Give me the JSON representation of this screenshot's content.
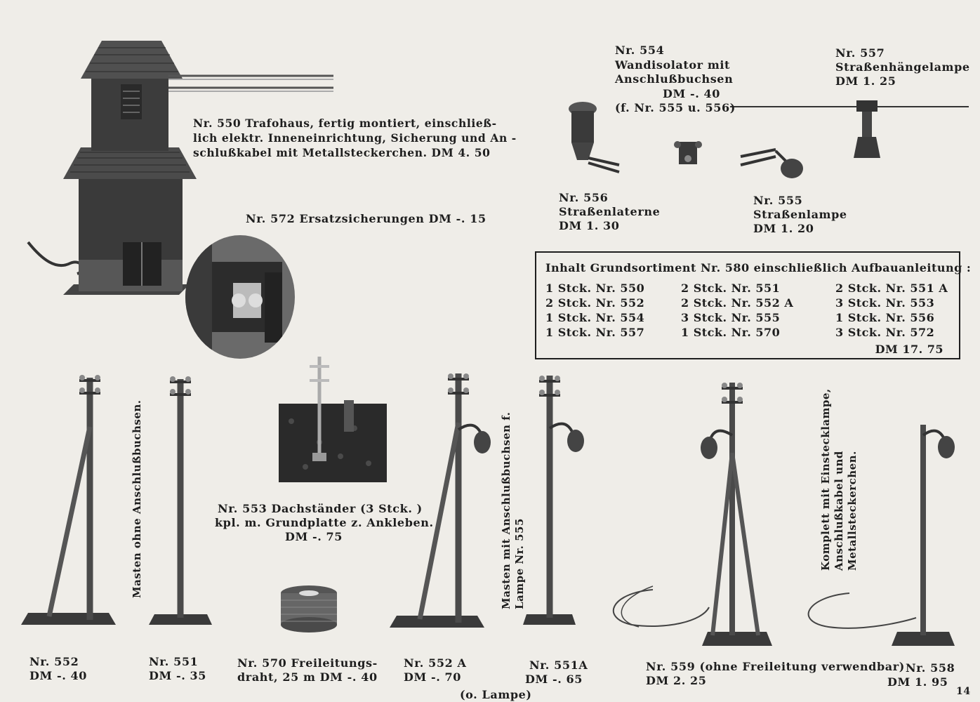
{
  "page_number": "14",
  "items": {
    "p550": {
      "lines": [
        "Nr. 550 Trafohaus, fertig montiert, einschließ-",
        "lich elektr. Inneneinrichtung, Sicherung und An -",
        "schlußkabel mit Metallsteckerchen.    DM  4. 50"
      ]
    },
    "p572": {
      "text": "Nr. 572 Ersatzsicherungen DM -. 15"
    },
    "p554": {
      "lines": [
        "Nr. 554",
        "Wandisolator mit",
        "Anschlußbuchsen",
        "DM  -. 40",
        "(f.  Nr.  555 u. 556)"
      ]
    },
    "p557": {
      "lines": [
        "Nr. 557",
        "Straßenhängelampe",
        "DM  1. 25"
      ]
    },
    "p556": {
      "lines": [
        "Nr. 556",
        "Straßenlaterne",
        "DM  1. 30"
      ]
    },
    "p555": {
      "lines": [
        "Nr. 555",
        "Straßenlampe",
        "DM  1. 20"
      ]
    },
    "p553": {
      "lines": [
        "Nr. 553  Dachständer (3 Stck. )",
        "kpl. m.  Grundplatte z. Ankleben.",
        "DM   -. 75"
      ]
    },
    "p552": {
      "lines": [
        "Nr. 552",
        "DM -. 40"
      ]
    },
    "p551": {
      "lines": [
        "Nr. 551",
        "DM  -. 35"
      ]
    },
    "p570": {
      "lines": [
        "Nr.  570 Freileitungs-",
        "draht, 25 m  DM  -. 40"
      ]
    },
    "p552a": {
      "lines": [
        "Nr. 552  A",
        "DM  -. 70"
      ]
    },
    "p551a": {
      "lines": [
        "Nr. 551A",
        "DM   -. 65"
      ]
    },
    "lampe_note": "(o. Lampe)",
    "p559": {
      "lines": [
        "Nr. 559  (ohne  Freileitung  verwendbar)",
        "DM  2. 25"
      ]
    },
    "p558": {
      "lines": [
        "Nr. 558",
        "DM   1. 95"
      ]
    }
  },
  "vertical_notes": {
    "masten_ohne": "Masten  ohne Anschlußbuchsen.",
    "masten_mit": [
      "Masten mit Anschlußbuchsen f.",
      "Lampe Nr. 555"
    ],
    "komplett": [
      "Komplett mit Einstecklampe,",
      "Anschlußkabel und",
      "Metallsteckerchen."
    ]
  },
  "grundsortiment": {
    "title": "Inhalt Grundsortiment Nr. 580 einschließlich Aufbauanleitung :",
    "col1": [
      "1 Stck.  Nr. 550",
      "2 Stck.  Nr. 552",
      "1 Stck.  Nr. 554",
      "1 Stck.  Nr. 557"
    ],
    "col2": [
      "2 Stck.  Nr. 551",
      "2 Stck.  Nr. 552  A",
      "3 Stck.  Nr. 555",
      "1 Stck.  Nr. 570"
    ],
    "col3": [
      "2 Stck.  Nr. 551  A",
      "3 Stck.  Nr.  553",
      "1 Stck.  Nr.  556",
      "3 Stck.  Nr.  572"
    ],
    "price": "DM   17. 75"
  }
}
